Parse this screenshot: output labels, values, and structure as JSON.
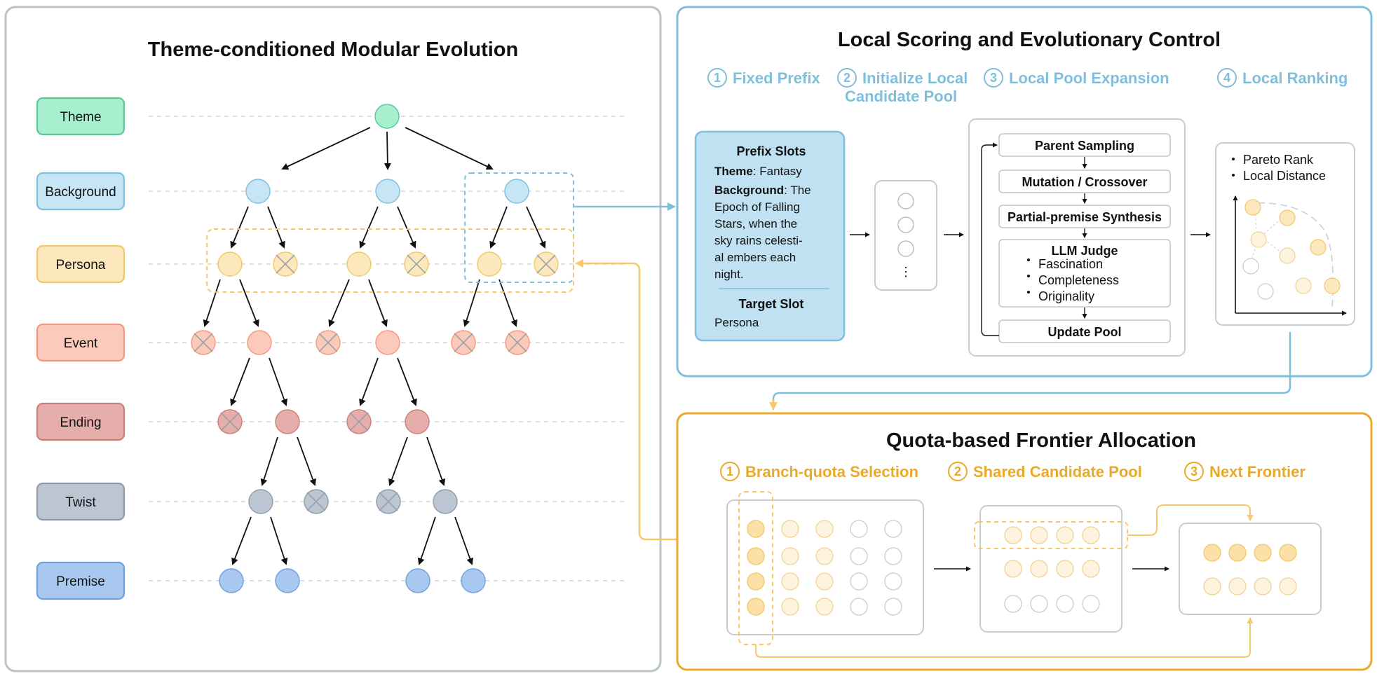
{
  "left_panel": {
    "title": "Theme-conditioned Modular Evolution",
    "rows": [
      {
        "label": "Theme",
        "fill": "#a8efcf",
        "stroke": "#5cc995"
      },
      {
        "label": "Background",
        "fill": "#c6e6f5",
        "stroke": "#7fbfdc"
      },
      {
        "label": "Persona",
        "fill": "#fde8bd",
        "stroke": "#f1c869"
      },
      {
        "label": "Event",
        "fill": "#fccabb",
        "stroke": "#f2987f"
      },
      {
        "label": "Ending",
        "fill": "#e6aeaa",
        "stroke": "#c9807c"
      },
      {
        "label": "Twist",
        "fill": "#bcc5d2",
        "stroke": "#8f9aab"
      },
      {
        "label": "Premise",
        "fill": "#a9c8ef",
        "stroke": "#6f9fdb"
      }
    ]
  },
  "scoring_panel": {
    "title": "Local Scoring and Evolutionary Control",
    "steps": [
      {
        "num": "1",
        "label": "Fixed Prefix"
      },
      {
        "num": "2",
        "label": "Initialize Local",
        "label2": "Candidate Pool"
      },
      {
        "num": "3",
        "label": "Local Pool Expansion"
      },
      {
        "num": "4",
        "label": "Local Ranking"
      }
    ],
    "prefix_box": {
      "title": "Prefix Slots",
      "theme_key": "Theme",
      "theme_value": ": Fantasy",
      "background_key": "Background",
      "background_lines": [
        ": The",
        "Epoch of Falling",
        "Stars, when the",
        "sky rains celesti-",
        "al embers each",
        "night."
      ],
      "target_title": "Target Slot",
      "target_value": "Persona"
    },
    "pool_ellipsis": "⋮",
    "expansion": {
      "parent_sampling": "Parent Sampling",
      "mutation": "Mutation / Crossover",
      "synthesis": "Partial-premise Synthesis",
      "judge_title": "LLM Judge",
      "judge_items": [
        "Fascination",
        "Completeness",
        "Originality"
      ],
      "update": "Update Pool"
    },
    "ranking": {
      "items": [
        "Pareto Rank",
        "Local Distance"
      ]
    }
  },
  "quota_panel": {
    "title": "Quota-based Frontier Allocation",
    "steps": [
      {
        "num": "1",
        "label": "Branch-quota Selection"
      },
      {
        "num": "2",
        "label": "Shared Candidate Pool"
      },
      {
        "num": "3",
        "label": "Next Frontier"
      }
    ]
  },
  "colors": {
    "blue_accent": "#7fbfdc",
    "orange_accent": "#e9a92a",
    "left_border": "#b9c3c6"
  }
}
